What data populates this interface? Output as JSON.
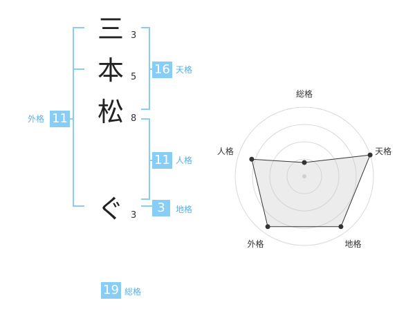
{
  "name_chars": [
    {
      "char": "三",
      "strokes": "3"
    },
    {
      "char": "本",
      "strokes": "5"
    },
    {
      "char": "松",
      "strokes": "8"
    },
    {
      "char": "ぐ",
      "strokes": "3"
    }
  ],
  "fortune": {
    "tenkaku": {
      "value": "16",
      "label": "天格"
    },
    "jinkaku": {
      "value": "11",
      "label": "人格"
    },
    "chikaku": {
      "value": "3",
      "label": "地格"
    },
    "gaikaku": {
      "value": "11",
      "label": "外格"
    },
    "soukaku": {
      "value": "19",
      "label": "総格"
    }
  },
  "colors": {
    "bracket": "#87cdf5",
    "badge": "#87cdf5",
    "label": "#5ab0e6"
  },
  "radar": {
    "axes": [
      "総格",
      "天格",
      "地格",
      "外格",
      "人格"
    ],
    "levels": 4,
    "values": [
      0.2,
      1.0,
      0.9,
      0.9,
      0.8
    ]
  }
}
